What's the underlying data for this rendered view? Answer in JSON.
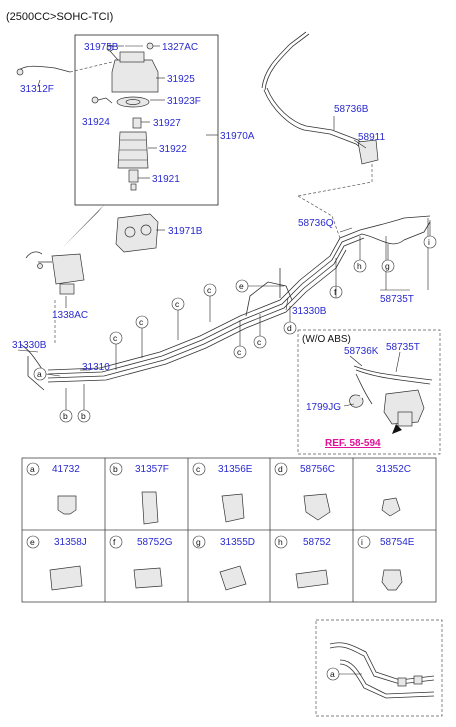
{
  "header": {
    "title": "(2500CC>SOHC-TCI)"
  },
  "callouts": {
    "p31975B": "31975B",
    "p1327AC": "1327AC",
    "p31312F": "31312F",
    "p31925": "31925",
    "p31923F": "31923F",
    "p31924": "31924",
    "p31927": "31927",
    "p31970A": "31970A",
    "p31922": "31922",
    "p31921": "31921",
    "p31971B": "31971B",
    "p58736B": "58736B",
    "p58911": "58911",
    "p58736Q": "58736Q",
    "p58735T": "58735T",
    "p1338AC": "1338AC",
    "p31330B_right": "31330B",
    "p31330B_left": "31330B",
    "p31310": "31310",
    "wo_abs_title": "(W/O ABS)",
    "p58736K": "58736K",
    "p58735T_inset": "58735T",
    "p1799JG": "1799JG",
    "ref": "REF. 58-594"
  },
  "letters": {
    "a": "a",
    "b": "b",
    "c": "c",
    "d": "d",
    "e": "e",
    "f": "f",
    "g": "g",
    "h": "h",
    "i": "i"
  },
  "legend": {
    "row1": [
      {
        "letter": "a",
        "part": "41732"
      },
      {
        "letter": "b",
        "part": "31357F"
      },
      {
        "letter": "c",
        "part": "31356E"
      },
      {
        "letter": "d",
        "part": "58756C"
      },
      {
        "letter": "",
        "part": "31352C"
      }
    ],
    "row2": [
      {
        "letter": "e",
        "part": "31358J"
      },
      {
        "letter": "f",
        "part": "58752G"
      },
      {
        "letter": "g",
        "part": "31355D"
      },
      {
        "letter": "h",
        "part": "58752"
      },
      {
        "letter": "i",
        "part": "58754E"
      }
    ]
  },
  "bottom_inset": {
    "letter": "a"
  },
  "colors": {
    "part_number": "#2a2ad0",
    "reference": "#e0109a"
  }
}
